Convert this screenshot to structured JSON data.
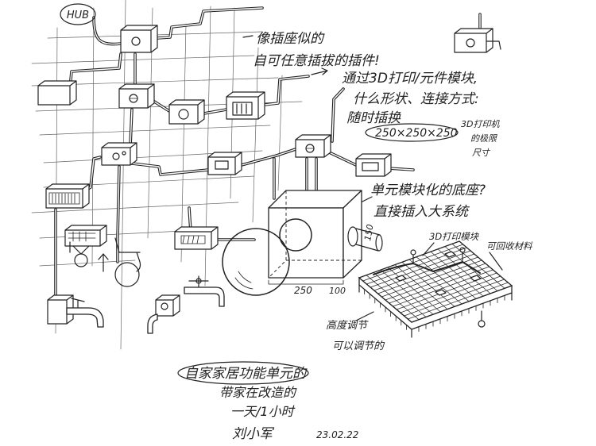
{
  "canvas": {
    "background": "#ffffff",
    "ink": "#222222"
  },
  "hub": {
    "label": "HUB"
  },
  "notes": {
    "socket_plugin": [
      "像插座似的",
      "自可任意插拔的插件!"
    ],
    "print_modules": [
      "通过3D打印/元件模块,",
      "什么形状、连接方式:",
      "随时插换"
    ],
    "print_size": "250×250×250",
    "print_size_note": [
      "3D打印机",
      "的极限",
      "尺寸"
    ],
    "unit_base": [
      "单元模块化的底座?",
      "直接插入大系统"
    ],
    "print_module_label": "3D打印模块",
    "recycle_label": "可回收材料",
    "adjust": [
      "高度调节",
      "可以调节的"
    ],
    "summary": [
      "自家家居功能单元的",
      "带家在改造的",
      "一天/1小时"
    ]
  },
  "dimensions": {
    "width": "250",
    "depth": "100",
    "height": "150"
  },
  "signature": {
    "name": "刘小军",
    "date": "23.02.22"
  }
}
